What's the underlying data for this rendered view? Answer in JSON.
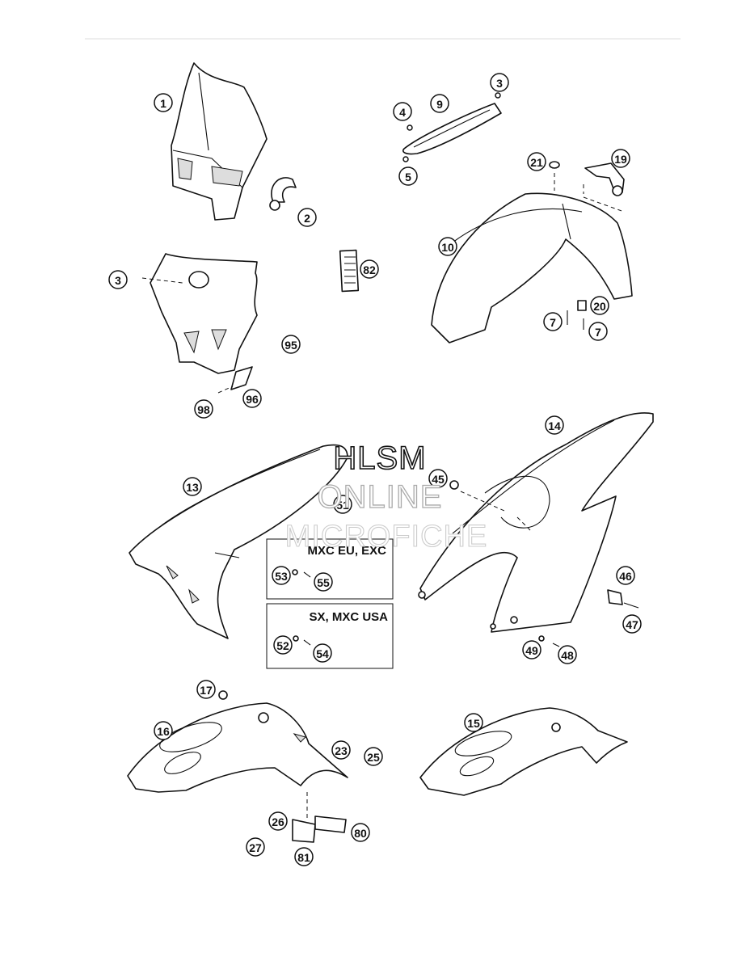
{
  "watermark": {
    "line1": "HLSM",
    "line2": "ONLINE",
    "line3": "MICROFICHE"
  },
  "boxes": [
    {
      "title": "MXC EU, EXC",
      "callouts": [
        "53",
        "55"
      ]
    },
    {
      "title": "SX, MXC USA",
      "callouts": [
        "52",
        "54"
      ]
    }
  ],
  "callouts": [
    "1",
    "2",
    "3",
    "3",
    "4",
    "5",
    "7",
    "7",
    "9",
    "10",
    "13",
    "14",
    "15",
    "16",
    "17",
    "19",
    "20",
    "21",
    "23",
    "25",
    "26",
    "27",
    "45",
    "46",
    "47",
    "48",
    "49",
    "51",
    "80",
    "81",
    "82",
    "95",
    "96",
    "98"
  ]
}
